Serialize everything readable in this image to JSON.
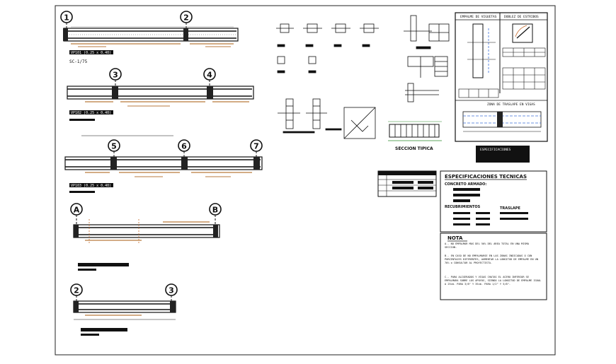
{
  "drawing": {
    "beams": [
      {
        "id": "vp101a",
        "left_axis": "1",
        "right_axis": "2",
        "caption": "VP101 (0.25 x 0.40)",
        "sub": "SC-1/75"
      },
      {
        "id": "vp102",
        "left_axis": "3",
        "right_axis": "4",
        "caption": "VP102 (0.25 x 0.40)",
        "sub": ""
      },
      {
        "id": "vp103",
        "left_axis": "5",
        "right_axis": "6",
        "third_axis": "7",
        "caption": "VP103 (0.25 x 0.40)",
        "sub": ""
      },
      {
        "id": "vpab",
        "left_axis": "A",
        "right_axis": "B",
        "caption": "",
        "sub": ""
      },
      {
        "id": "vp23",
        "left_axis": "2",
        "right_axis": "3",
        "caption": "",
        "sub": ""
      }
    ],
    "panel_upper": {
      "title_left": "EMPALME DE VIGUETAS",
      "title_right": "DOBLEZ DE ESTRIBOS",
      "mid_title": "ZONA DE TRASLAPE EN VIGAS",
      "bottom_title": "ESPECIFICACIONES"
    },
    "typical_section_label": "SECCION TIPICA",
    "specs": {
      "title": "ESPECIFICACIONES TECNICAS",
      "concrete": "CONCRETO ARMADO:",
      "cover": "RECUBRIMIENTOS",
      "lap": "TRASLAPE"
    },
    "notes": {
      "title": "NOTA",
      "a": "A.- NO EMPALMAR MAS DEL 50% DEL AREA TOTAL EN UNA MISMA SECCION.",
      "b": "B.- EN CASO DE NO EMPALMARSE EN LAS ZONAS INDICADAS O CON PORCENTAJES DIFERENTES, AUMENTAR LA LONGITUD DE EMPALME EN UN 70% o CONSULTAR AL PROYECTISTA.",
      "c": "C.- PARA ALIGERADOS Y VIGAS CHATAS EL ACERO INFERIOR SE EMPALMARA SOBRE LOS APOYOS, SIENDO LA LONGITUD DE EMPALME IGUAL A 25cm. PARA 3/8\" Y 35cm. PARA 1/2\" Y 5/8\"."
    }
  }
}
